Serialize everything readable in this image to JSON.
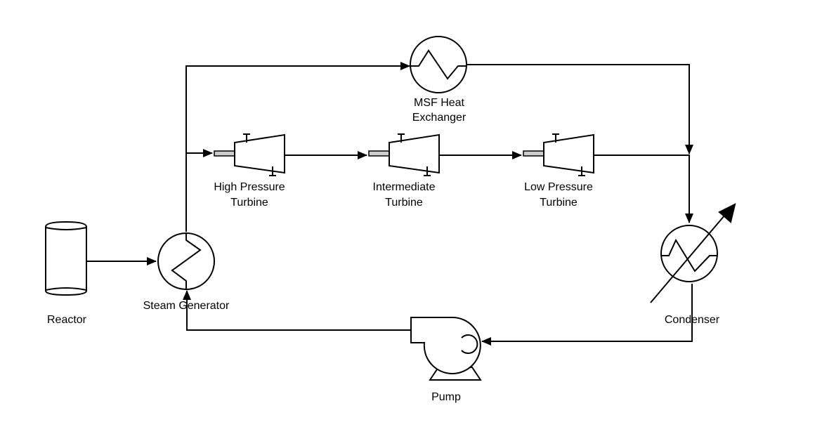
{
  "diagram": {
    "colors": {
      "line": "#000000",
      "background": "#ffffff",
      "shaft": "#cccccc"
    },
    "components": {
      "reactor": {
        "label": "Reactor"
      },
      "steam_generator": {
        "label": "Steam Generator"
      },
      "msf_heat_exchanger": {
        "label_line1": "MSF Heat",
        "label_line2": "Exchanger"
      },
      "high_pressure_turbine": {
        "label_line1": "High Pressure",
        "label_line2": "Turbine"
      },
      "intermediate_turbine": {
        "label_line1": "Intermediate",
        "label_line2": "Turbine"
      },
      "low_pressure_turbine": {
        "label_line1": "Low Pressure",
        "label_line2": "Turbine"
      },
      "condenser": {
        "label": "Condenser"
      },
      "pump": {
        "label": "Pump"
      }
    }
  }
}
